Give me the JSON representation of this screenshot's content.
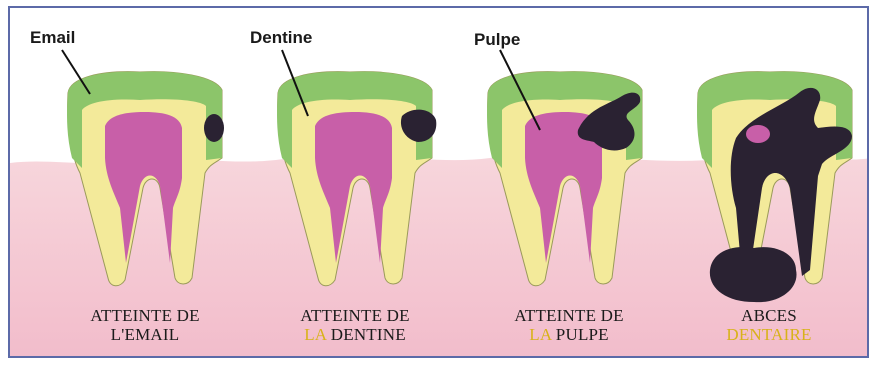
{
  "labels": {
    "email": "Email",
    "dentine": "Dentine",
    "pulpe": "Pulpe"
  },
  "stages": [
    {
      "line1": "ATTEINTE DE",
      "line2_pre": "",
      "line2": "L'EMAIL"
    },
    {
      "line1": "ATTEINTE DE",
      "line2_pre": "LA",
      "line2": " DENTINE"
    },
    {
      "line1": "ATTEINTE DE",
      "line2_pre": "LA",
      "line2": " PULPE"
    },
    {
      "line1": "ABCES",
      "line2_pre": "DENTAIRE",
      "line2": ""
    }
  ],
  "colors": {
    "gum": "#f4c9d2",
    "enamel": "#8cc56a",
    "dentine": "#f3ea9a",
    "pulp": "#c85fa8",
    "caries": "#2a2232",
    "highlight": "#d8b21a"
  }
}
